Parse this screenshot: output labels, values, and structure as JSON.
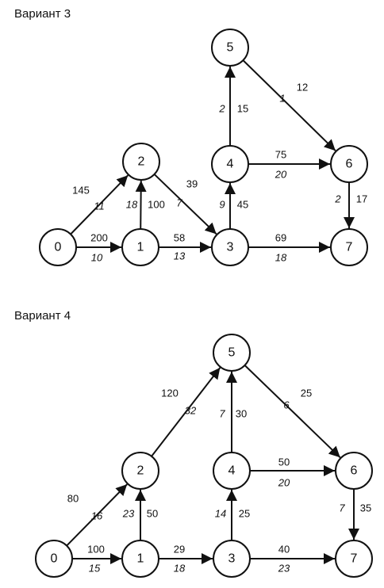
{
  "diagrams": [
    {
      "title": "Вариант 3",
      "nodes": [
        "0",
        "1",
        "2",
        "3",
        "4",
        "5",
        "6",
        "7"
      ],
      "edges": [
        {
          "from": "0",
          "to": "2",
          "primary": "145",
          "secondary": "11"
        },
        {
          "from": "0",
          "to": "1",
          "primary": "200",
          "secondary": "10"
        },
        {
          "from": "1",
          "to": "2",
          "primary": "100",
          "secondary": "18"
        },
        {
          "from": "1",
          "to": "3",
          "primary": "58",
          "secondary": "13"
        },
        {
          "from": "2",
          "to": "3",
          "primary": "39",
          "secondary": "7"
        },
        {
          "from": "3",
          "to": "4",
          "primary": "45",
          "secondary": "9"
        },
        {
          "from": "3",
          "to": "7",
          "primary": "69",
          "secondary": "18"
        },
        {
          "from": "4",
          "to": "5",
          "primary": "15",
          "secondary": "2"
        },
        {
          "from": "4",
          "to": "6",
          "primary": "75",
          "secondary": "20"
        },
        {
          "from": "5",
          "to": "6",
          "primary": "12",
          "secondary": "1"
        },
        {
          "from": "6",
          "to": "7",
          "primary": "17",
          "secondary": "2"
        }
      ]
    },
    {
      "title": "Вариант 4",
      "nodes": [
        "0",
        "1",
        "2",
        "3",
        "4",
        "5",
        "6",
        "7"
      ],
      "edges": [
        {
          "from": "0",
          "to": "2",
          "primary": "80",
          "secondary": "16"
        },
        {
          "from": "0",
          "to": "1",
          "primary": "100",
          "secondary": "15"
        },
        {
          "from": "1",
          "to": "2",
          "primary": "50",
          "secondary": "23"
        },
        {
          "from": "1",
          "to": "3",
          "primary": "29",
          "secondary": "18"
        },
        {
          "from": "2",
          "to": "5",
          "primary": "120",
          "secondary": "32"
        },
        {
          "from": "3",
          "to": "4",
          "primary": "25",
          "secondary": "14"
        },
        {
          "from": "3",
          "to": "7",
          "primary": "40",
          "secondary": "23"
        },
        {
          "from": "4",
          "to": "5",
          "primary": "30",
          "secondary": "7"
        },
        {
          "from": "4",
          "to": "6",
          "primary": "50",
          "secondary": "20"
        },
        {
          "from": "5",
          "to": "6",
          "primary": "25",
          "secondary": "6"
        },
        {
          "from": "6",
          "to": "7",
          "primary": "35",
          "secondary": "7"
        }
      ]
    }
  ]
}
